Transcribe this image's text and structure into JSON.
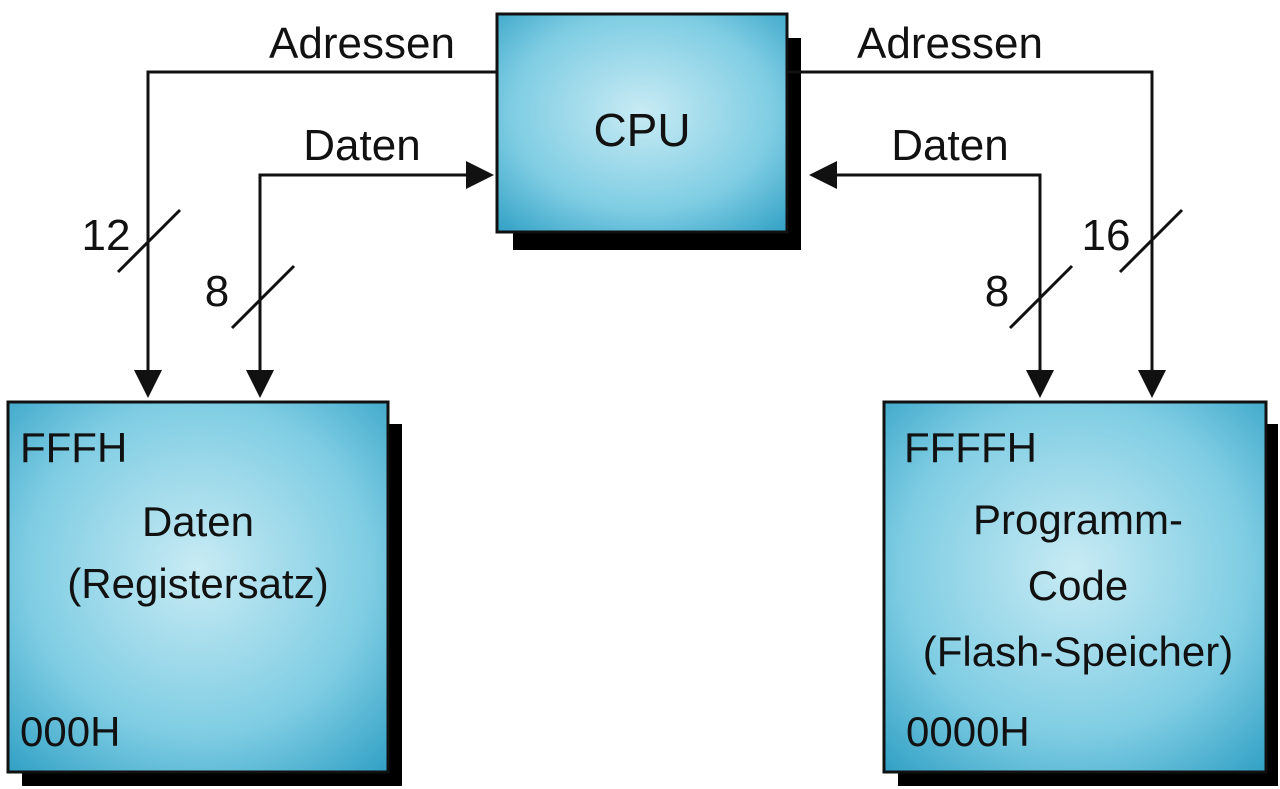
{
  "cpu": {
    "label": "CPU"
  },
  "bus_labels": {
    "left_address": "Adressen",
    "right_address": "Adressen",
    "left_data": "Daten",
    "right_data": "Daten"
  },
  "widths": {
    "left_address": "12",
    "left_data": "8",
    "right_data": "8",
    "right_address": "16"
  },
  "data_memory": {
    "top_address": "FFFH",
    "title_line1": "Daten",
    "title_line2": "(Registersatz)",
    "bottom_address": "000H"
  },
  "program_memory": {
    "top_address": "FFFFH",
    "title_line1": "Programm-",
    "title_line2": "Code",
    "title_line3": "(Flash-Speicher)",
    "bottom_address": "0000H"
  },
  "colors": {
    "box_fill_light": "#c4e8f2",
    "box_fill_dark": "#2e9fc4",
    "shadow": "#000000",
    "line": "#111111"
  }
}
